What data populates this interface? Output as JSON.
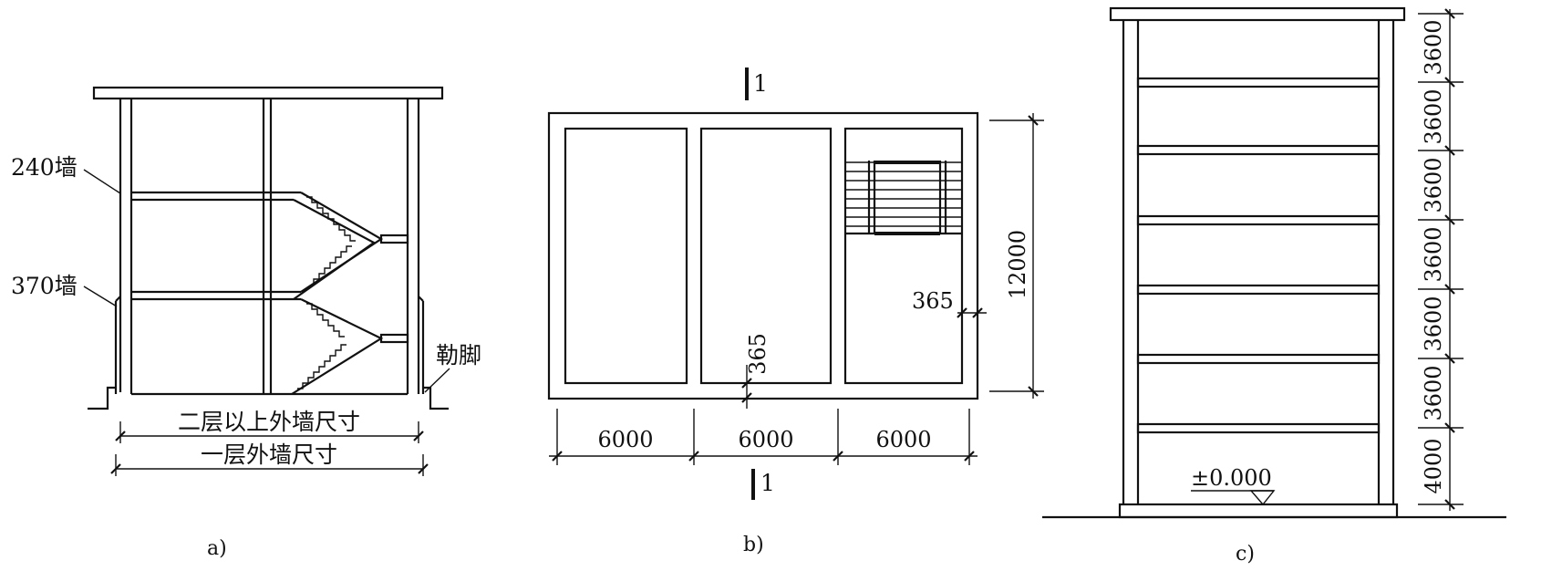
{
  "figure_a": {
    "caption": "a)",
    "wall_240_label": "240墙",
    "wall_370_label": "370墙",
    "plinth_label": "勒脚",
    "upper_dim_label": "二层以上外墙尺寸",
    "ground_dim_label": "一层外墙尺寸"
  },
  "figure_b": {
    "caption": "b)",
    "section_mark_top": "1",
    "section_mark_bottom": "1",
    "bay_dims": [
      "6000",
      "6000",
      "6000"
    ],
    "depth_dim": "12000",
    "inner_wall_dim": "365",
    "outer_wall_dim": "365"
  },
  "figure_c": {
    "caption": "c)",
    "datum_label": "±0.000",
    "storey_heights": [
      "3600",
      "3600",
      "3600",
      "3600",
      "3600",
      "3600",
      "4000"
    ]
  }
}
